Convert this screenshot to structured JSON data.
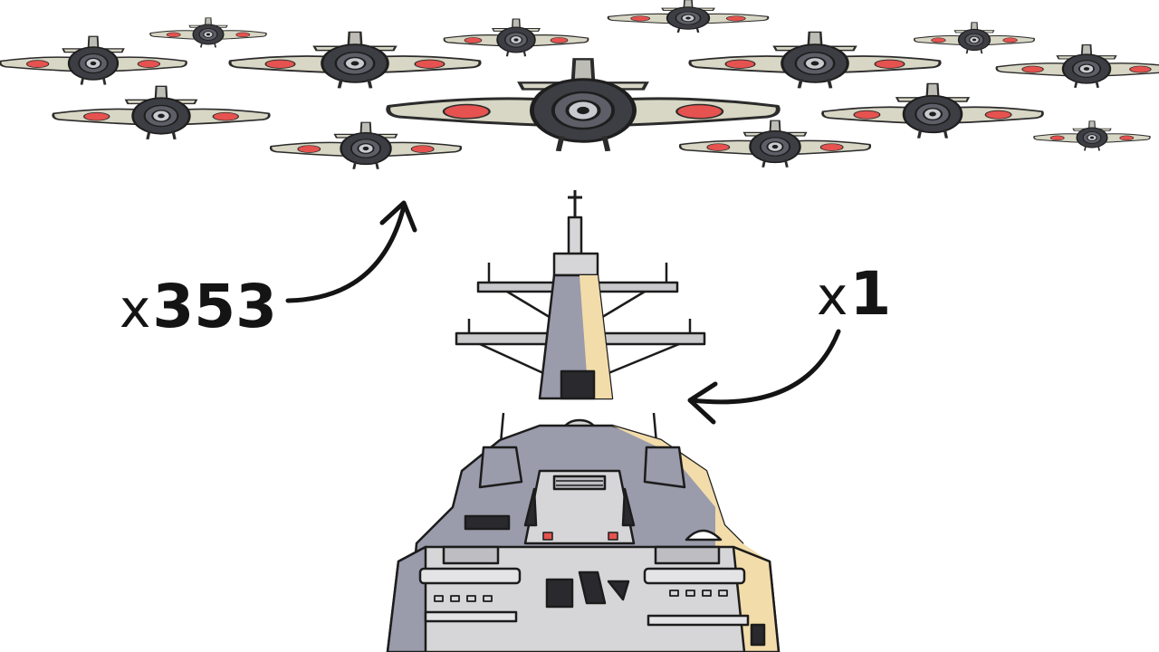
{
  "labels": {
    "planes_prefix": "x",
    "planes_count": "353",
    "ship_prefix": "x",
    "ship_count": "1"
  },
  "colors": {
    "background": "#ffffff",
    "wing": "#d8d6c4",
    "roundel": "#e5524f",
    "engine": "#3d3d44",
    "hull_light": "#d6d6d8",
    "hull_shadow": "#8e8fa3",
    "hull_highlight": "#f2dcaa",
    "ink": "#141414"
  },
  "icons": [
    "fighter-plane-icon",
    "destroyer-ship-icon",
    "curved-arrow-icon"
  ]
}
